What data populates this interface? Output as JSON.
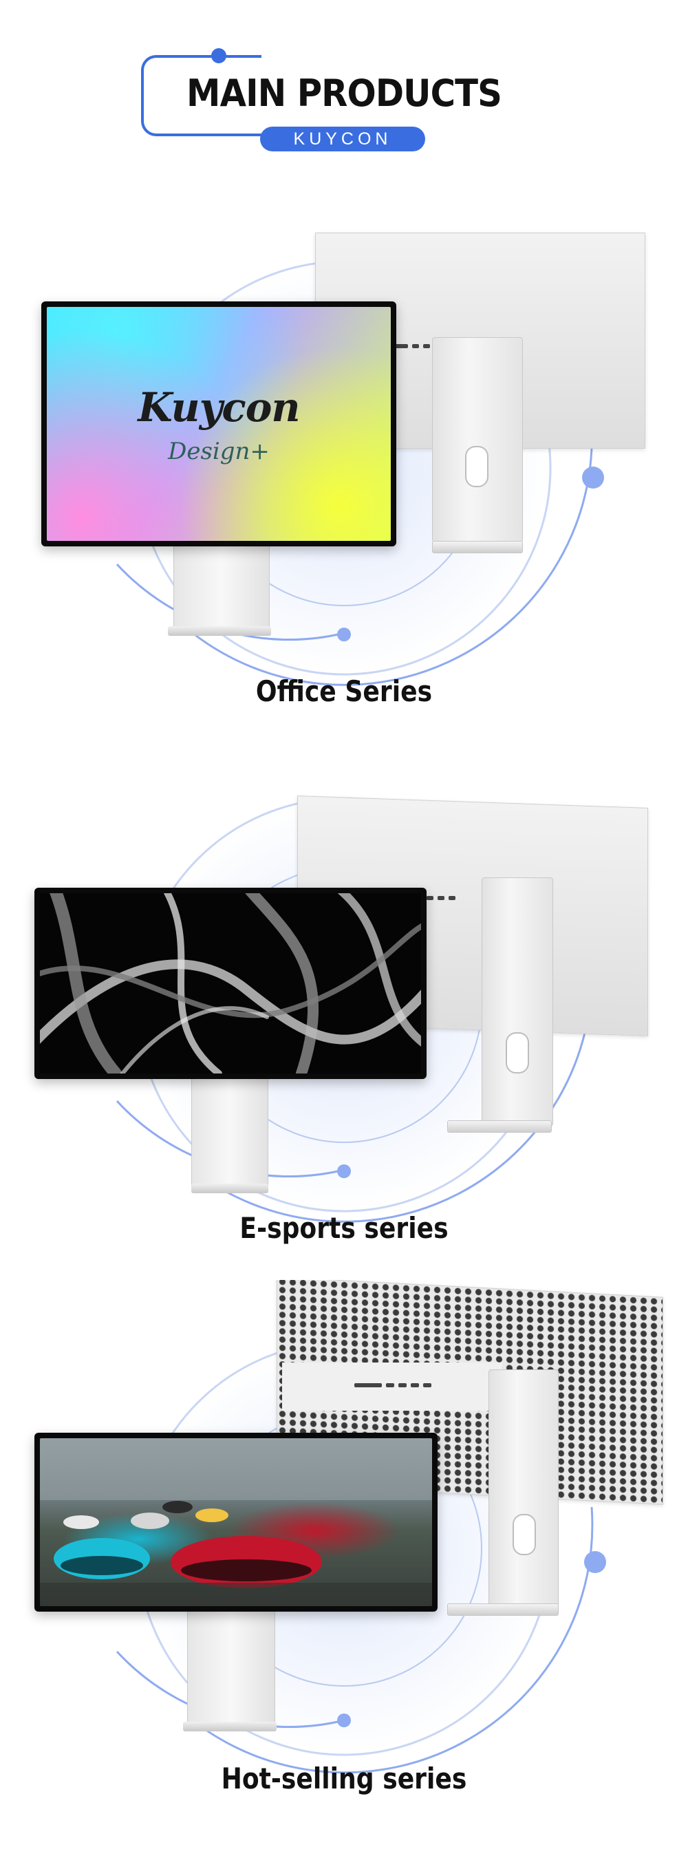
{
  "header": {
    "title": "MAIN PRODUCTS",
    "subtitle": "KUYCON"
  },
  "sections": [
    {
      "label": "Office Series",
      "screen": {
        "brand": "Kuycon",
        "tagline": "Design+"
      }
    },
    {
      "label": "E-sports series"
    },
    {
      "label": "Hot-selling series"
    }
  ],
  "colors": {
    "accent": "#3a6ee0",
    "ring": "#8eaaf0",
    "text": "#111111"
  },
  "icons": [
    "monitor-back-icon",
    "monitor-front-icon",
    "orbit-ring-icon"
  ]
}
